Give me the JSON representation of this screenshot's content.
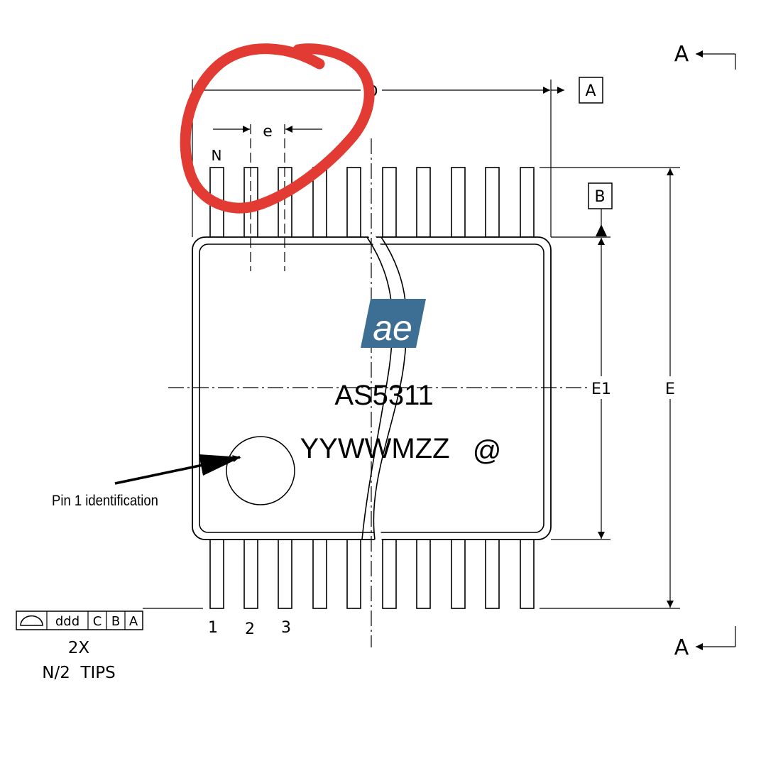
{
  "dimensions": {
    "d": "D",
    "e": "e",
    "e1": "E1",
    "e_total": "E"
  },
  "datums": {
    "a": "A",
    "b": "B"
  },
  "section_marks": {
    "top": "A",
    "bottom": "A"
  },
  "pins": {
    "top_label": "N",
    "bottom_labels": [
      "1",
      "2",
      "3"
    ],
    "top_count": 10,
    "bottom_count": 10
  },
  "package": {
    "logo_text": "ae",
    "logo_color": "#3d6e94",
    "part_number": "AS5311",
    "date_code": "YYWWMZZ",
    "marking_symbol": "@",
    "pin1_label": "Pin 1 identification"
  },
  "tolerance_frame": {
    "cells": [
      "ddd",
      "C",
      "B",
      "A"
    ],
    "note_line1": "2X",
    "note_line2": "N/2  TIPS"
  },
  "annotation": {
    "circle_color": "#e23b33"
  }
}
